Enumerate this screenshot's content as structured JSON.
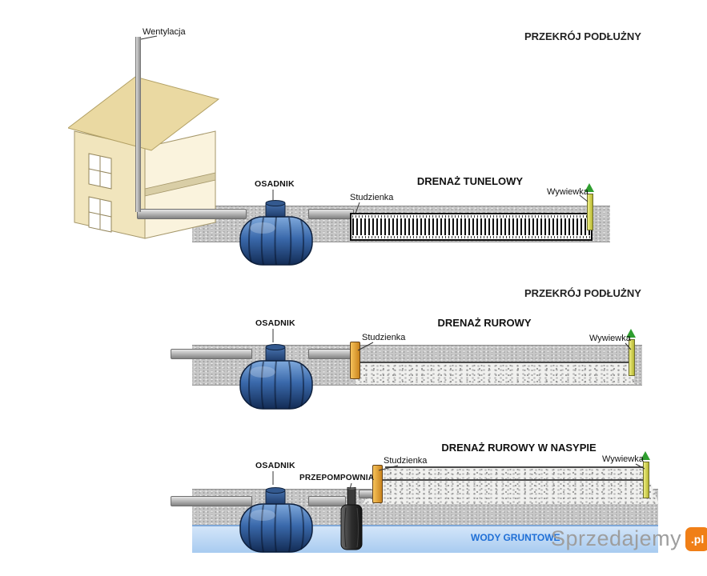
{
  "top": {
    "corner": "PRZEKRÓJ PODŁUŻNY",
    "title": "DRENAŻ TUNELOWY",
    "ventilation": "Wentylacja",
    "tank": "OSADNIK",
    "manhole": "Studzienka",
    "vent": "Wywiewka"
  },
  "middle": {
    "corner": "PRZEKRÓJ PODŁUŻNY",
    "title": "DRENAŻ RUROWY",
    "tank": "OSADNIK",
    "manhole": "Studzienka",
    "vent": "Wywiewka"
  },
  "bottom": {
    "title": "DRENAŻ RUROWY W NASYPIE",
    "tank": "OSADNIK",
    "pump": "PRZEPOMPOWNIA",
    "manhole": "Studzienka",
    "vent": "Wywiewka",
    "groundwater": "WODY GRUNTOWE"
  },
  "watermark": {
    "brand": "Sprzedajemy",
    "suffix": ".pl"
  },
  "colors": {
    "groundwater_band": "#b9d6f2",
    "groundwater_text": "#1f6fd6",
    "accent_orange": "#f07f17",
    "tank_blue": "#2f5f9e",
    "soil_gray": "#c7c7c7",
    "vent_arrow_green": "#2f9e2f",
    "manhole_orange": "#d9912c"
  }
}
